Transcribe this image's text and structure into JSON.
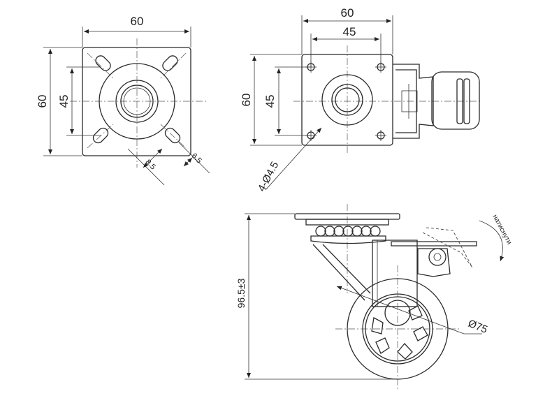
{
  "dimensions": {
    "view1_width": "60",
    "view1_height": "60",
    "view1_hole_spacing_v": "45",
    "view1_slot_dim_a": "8.5",
    "view1_slot_dim_b": "6.5",
    "view2_width": "60",
    "view2_hole_spacing_h": "45",
    "view2_height": "60",
    "view2_hole_spacing_v": "45",
    "view2_holes": "4-Ø4.5",
    "view3_height": "96.5±3",
    "view3_wheel_diameter": "Ø75",
    "brake_note": "натиснути"
  },
  "colors": {
    "line": "#2a2a2a",
    "background": "#ffffff"
  }
}
